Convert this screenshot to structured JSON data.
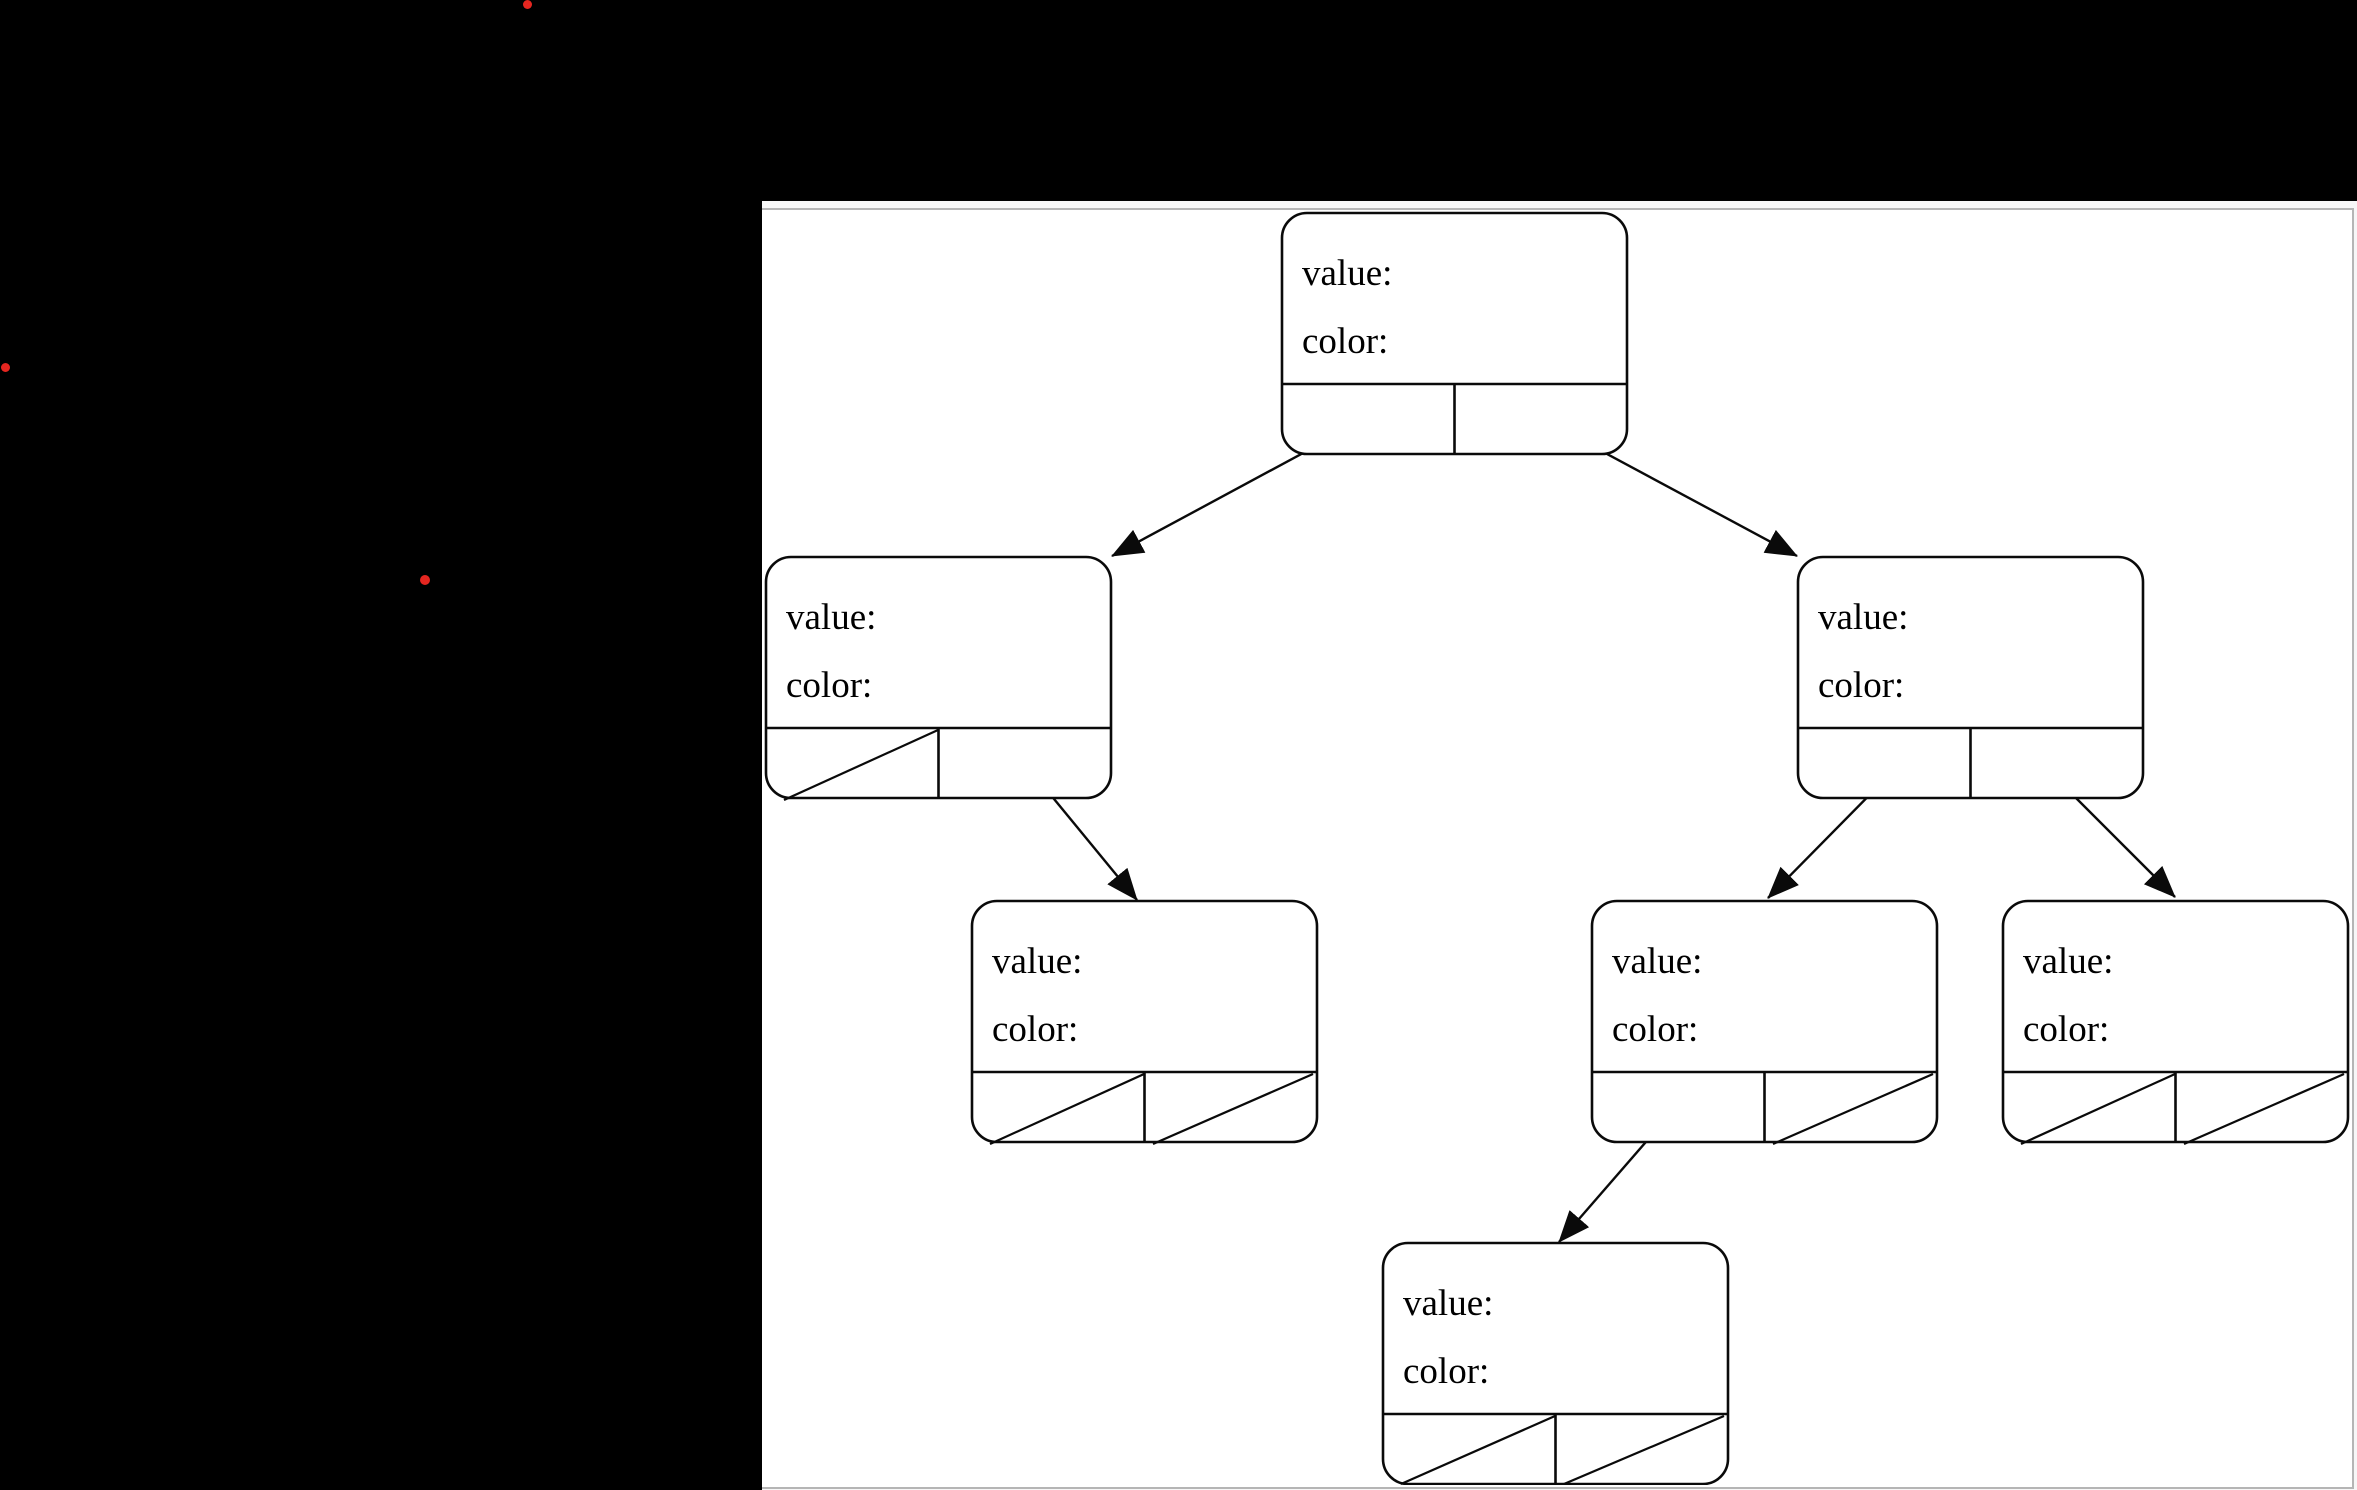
{
  "labels": {
    "value": "value:",
    "color": "color:"
  },
  "diagram": {
    "type": "binary-tree",
    "description": "Tree node diagram; each node shows empty value/color fields and two pointer cells (slash = null pointer, arrow = child link)",
    "nodes": [
      {
        "id": "root",
        "value_label": "value:",
        "color_label": "color:",
        "value": "",
        "color": "",
        "left_child": "L",
        "right_child": "R"
      },
      {
        "id": "L",
        "value_label": "value:",
        "color_label": "color:",
        "value": "",
        "color": "",
        "left_child": null,
        "right_child": "LR"
      },
      {
        "id": "R",
        "value_label": "value:",
        "color_label": "color:",
        "value": "",
        "color": "",
        "left_child": "RL",
        "right_child": "RR"
      },
      {
        "id": "LR",
        "value_label": "value:",
        "color_label": "color:",
        "value": "",
        "color": "",
        "left_child": null,
        "right_child": null
      },
      {
        "id": "RL",
        "value_label": "value:",
        "color_label": "color:",
        "value": "",
        "color": "",
        "left_child": "RLL",
        "right_child": null
      },
      {
        "id": "RR",
        "value_label": "value:",
        "color_label": "color:",
        "value": "",
        "color": "",
        "left_child": null,
        "right_child": null
      },
      {
        "id": "RLL",
        "value_label": "value:",
        "color_label": "color:",
        "value": "",
        "color": "",
        "left_child": null,
        "right_child": null
      }
    ],
    "edges": [
      {
        "from": "root",
        "pointer": "left",
        "to": "L"
      },
      {
        "from": "root",
        "pointer": "right",
        "to": "R"
      },
      {
        "from": "L",
        "pointer": "right",
        "to": "LR"
      },
      {
        "from": "R",
        "pointer": "left",
        "to": "RL"
      },
      {
        "from": "R",
        "pointer": "right",
        "to": "RR"
      },
      {
        "from": "RL",
        "pointer": "left",
        "to": "RLL"
      }
    ]
  },
  "colors": {
    "background": "#000000",
    "viewer_background": "#f7f7f7",
    "page_background": "#ffffff",
    "page_border": "#b5b5b5",
    "line": "#0a0a0a",
    "text": "#000000",
    "marker_dot": "#e52620"
  },
  "markers": {
    "red_dot_count": 3
  }
}
